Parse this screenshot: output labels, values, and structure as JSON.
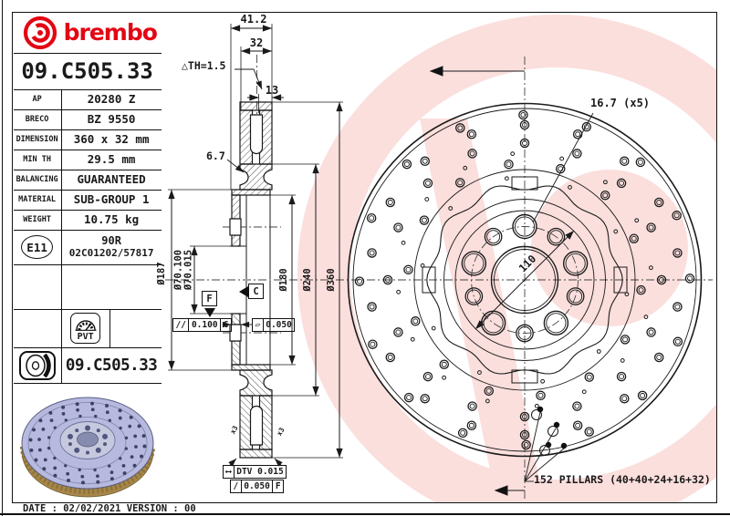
{
  "brand": {
    "logo_text": "brembo"
  },
  "part": {
    "number": "09.C505.33"
  },
  "table": {
    "rows": [
      {
        "label": "AP",
        "value": "20280 Z"
      },
      {
        "label": "BRECO",
        "value": "BZ 9550"
      },
      {
        "label": "DIMENSION",
        "value": "360 x 32 mm"
      },
      {
        "label": "MIN TH",
        "value": "29.5 mm"
      },
      {
        "label": "BALANCING",
        "value": "GUARANTEED"
      },
      {
        "label": "MATERIAL",
        "value": "SUB-GROUP 1"
      },
      {
        "label": "WEIGHT",
        "value": "10.75 kg"
      }
    ]
  },
  "hom": {
    "mark": "E11",
    "line1": "90R",
    "line2": "02C01202/57817"
  },
  "pvt": {
    "label": "PVT"
  },
  "dims": {
    "w41": "41.2",
    "w32": "32",
    "th": "△TH=1.5",
    "d13": "13",
    "d67": "6.7",
    "d167": "16.7 (x5)",
    "d110": "110",
    "d187": "Ø187",
    "d70a": "Ø70.100",
    "d70b": "Ø70.015",
    "d180": "Ø180",
    "d240": "Ø240",
    "d360": "Ø360",
    "x3a": "x3",
    "x3b": "x3",
    "pillars": "152 PILLARS (40+40+24+16+32)"
  },
  "gdt": {
    "datum_c": "C",
    "datum_f": "F",
    "par_sym": "//",
    "par_val": "0.100",
    "par_ref": "C",
    "flat_sym": "▱",
    "flat_val": "0.050",
    "dtv_sym": "⟷",
    "dtv_label": "DTV 0.015",
    "ro_sym": "/",
    "ro_val": "0.050",
    "ro_ref": "F"
  },
  "footer": {
    "date_line": "DATE : 02/02/2021 VERSION : 00"
  },
  "colors": {
    "brembo_red": "#e30613",
    "watermark_pink": "#fbdfdd",
    "photo_disc_lavender": "#b7bade",
    "photo_band_gold": "#a8874a"
  }
}
